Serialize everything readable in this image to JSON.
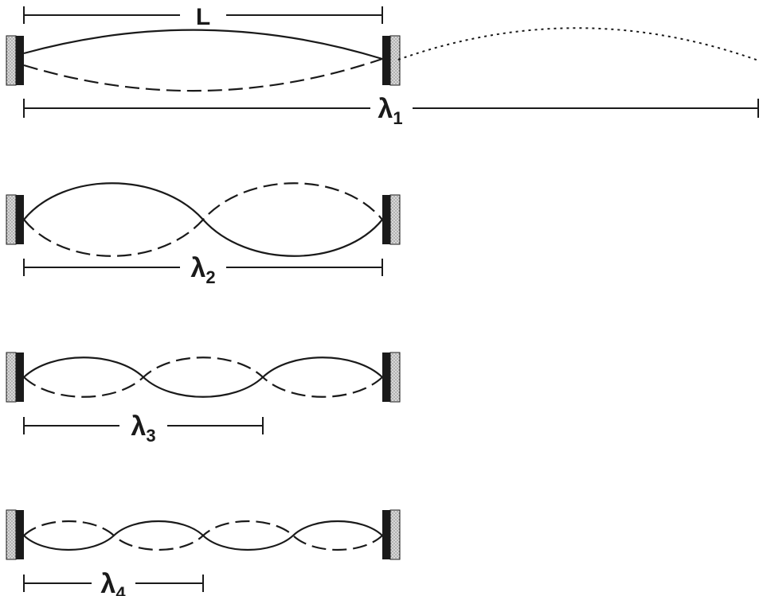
{
  "labels": {
    "length": "L",
    "lambda_symbol": "λ",
    "modes": [
      {
        "sub": "1"
      },
      {
        "sub": "2"
      },
      {
        "sub": "3"
      },
      {
        "sub": "4"
      }
    ]
  },
  "colors": {
    "ink": "#1a1a1a",
    "background": "#ffffff"
  }
}
